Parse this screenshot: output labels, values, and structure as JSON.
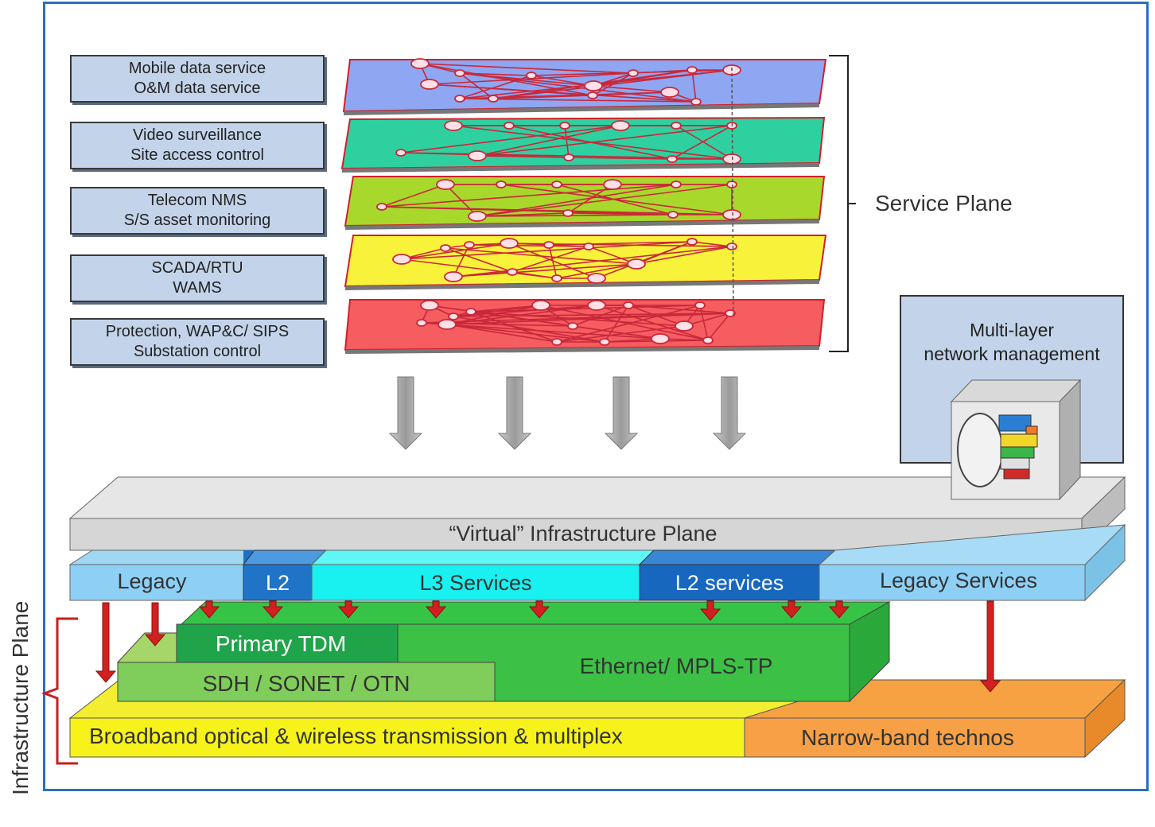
{
  "service_boxes": [
    {
      "line1": "Mobile data service",
      "line2": "O&M data service"
    },
    {
      "line1": "Video surveillance",
      "line2": "Site access control"
    },
    {
      "line1": "Telecom NMS",
      "line2": "S/S asset monitoring"
    },
    {
      "line1": "SCADA/RTU",
      "line2": "WAMS"
    },
    {
      "line1": "Protection, WAP&C/ SIPS",
      "line2": "Substation control"
    }
  ],
  "service_plane_label": "Service Plane",
  "nms": {
    "line1": "Multi-layer",
    "line2": "network management"
  },
  "virtual_plane_label": "“Virtual” Infrastructure Plane",
  "services_row": {
    "legacy": "Legacy",
    "l2": "L2",
    "l3": "L3 Services",
    "l2_services": "L2 services",
    "legacy_services": "Legacy Services"
  },
  "transport": {
    "primary_tdm": "Primary TDM",
    "ethernet": "Ethernet/ MPLS-TP",
    "sdh": "SDH / SONET / OTN"
  },
  "bottom": {
    "broadband": "Broadband optical & wireless transmission & multiplex",
    "narrowband": "Narrow-band technos"
  },
  "infrastructure_plane_label": "Infrastructure Plane",
  "layer_colors": [
    "#8fa6f2",
    "#2fd0a0",
    "#a8d82c",
    "#f9f23a",
    "#f55d60"
  ]
}
